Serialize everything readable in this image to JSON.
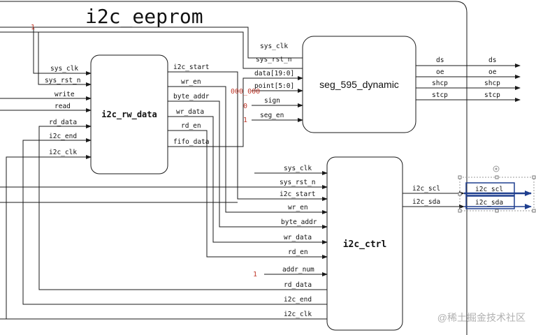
{
  "title": "i2c_eeprom",
  "watermark": "@稀土掘金技术社区",
  "colors": {
    "wire": "#1a1a1a",
    "constant_red": "#c0392b",
    "selection_blue": "#1f3f8f",
    "selection_frame": "#9a9a9a"
  },
  "module_rw": {
    "name": "i2c_rw_data",
    "inputs": {
      "sys_clk": "sys_clk",
      "sys_rst_n": "sys_rst_n",
      "write": "write",
      "read": "read",
      "rd_data": "rd_data",
      "i2c_end": "i2c_end",
      "i2c_clk": "i2c_clk"
    },
    "outputs": {
      "i2c_start": "i2c_start",
      "wr_en": "wr_en",
      "byte_addr": "byte_addr",
      "wr_data": "wr_data",
      "rd_en": "rd_en",
      "fifo_data": "fifo_data"
    }
  },
  "module_seg": {
    "name": "seg_595_dynamic",
    "inputs": {
      "sys_clk": "sys_clk",
      "sys_rst_n": "sys_rst_n",
      "data": "data[19:0]",
      "point": "point[5:0]",
      "sign": "sign",
      "seg_en": "seg_en"
    },
    "outputs": {
      "ds": "ds",
      "oe": "oe",
      "shcp": "shcp",
      "stcp": "stcp"
    },
    "consts": {
      "point": "000_000",
      "sign": "0",
      "seg_en": "1"
    }
  },
  "module_ctrl": {
    "name": "i2c_ctrl",
    "inputs": {
      "sys_clk": "sys_clk",
      "sys_rst_n": "sys_rst_n",
      "i2c_start": "i2c_start",
      "wr_en": "wr_en",
      "byte_addr": "byte_addr",
      "wr_data": "wr_data",
      "rd_en": "rd_en",
      "addr_num": "addr_num"
    },
    "outputs": {
      "i2c_scl": "i2c_scl",
      "i2c_sda": "i2c_sda",
      "rd_data": "rd_data",
      "i2c_end": "i2c_end",
      "i2c_clk": "i2c_clk"
    },
    "consts": {
      "addr_num": "1",
      "top": "1"
    }
  },
  "outer_ports": {
    "ds": "ds",
    "oe": "oe",
    "shcp": "shcp",
    "stcp": "stcp",
    "i2c_scl": "i2c_scl",
    "i2c_sda": "i2c_sda"
  }
}
